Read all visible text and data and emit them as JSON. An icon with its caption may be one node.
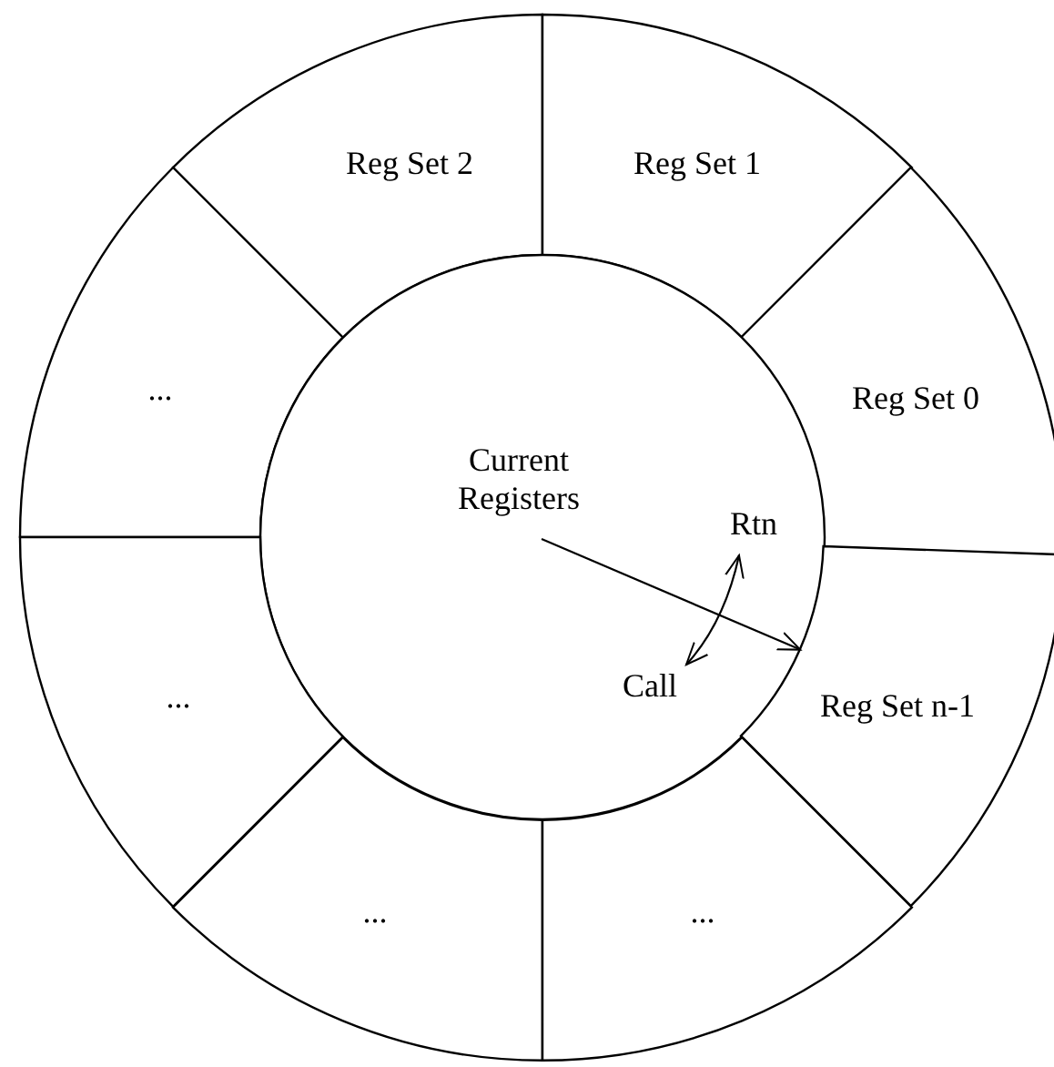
{
  "diagram": {
    "nodes": [
      {
        "text": [
          "Reg Set 2"
        ]
      },
      {
        "text": [
          "Reg Set 1"
        ]
      },
      {
        "text": [
          "..."
        ]
      },
      {
        "text": [
          "Reg Set 0"
        ]
      },
      {
        "text": [
          "Current Registers"
        ]
      },
      {
        "text": [
          "..."
        ]
      },
      {
        "text": [
          "Reg Set n-1"
        ]
      },
      {
        "text": [
          "..."
        ]
      },
      {
        "text": [
          "..."
        ]
      }
    ],
    "edges": [
      {
        "from": 4,
        "to": 6,
        "arrow": "to"
      }
    ],
    "labels": [
      "Rtn",
      "Call"
    ]
  }
}
